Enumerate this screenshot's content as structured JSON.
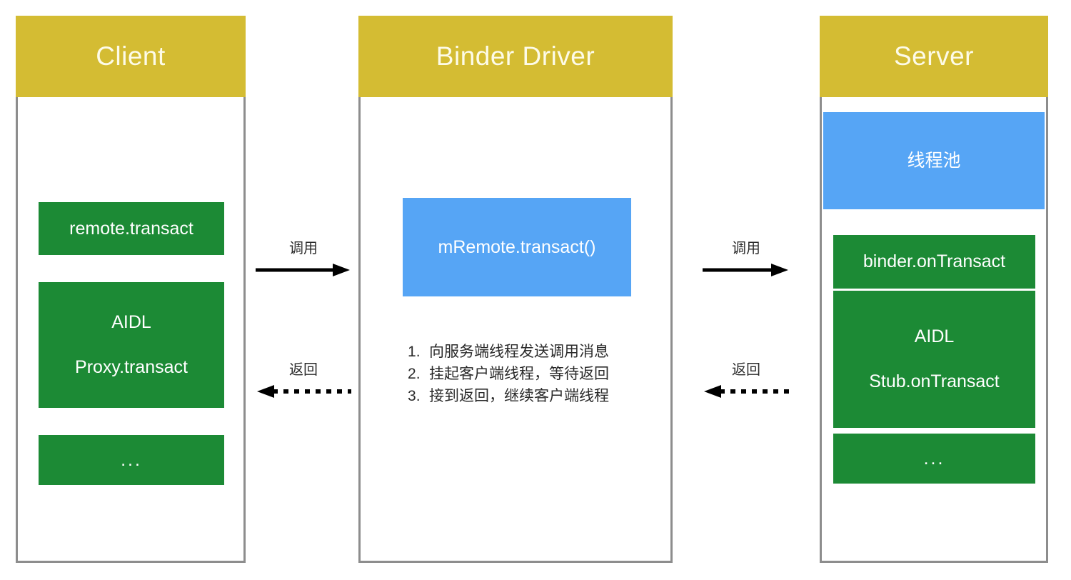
{
  "diagram": {
    "title_client": "Client",
    "title_binder": "Binder Driver",
    "title_server": "Server",
    "colors": {
      "header_gold": "#D4BC33",
      "block_green": "#1C8A35",
      "block_blue": "#56A5F5",
      "border_gray": "#8D8D8D",
      "arrow_black": "#000000",
      "text_dark": "#2B2B2B",
      "block_text": "#FFFFFF"
    }
  },
  "client": {
    "header": "Client",
    "blocks": [
      {
        "label": "remote.transact",
        "label2": "",
        "color": "green"
      },
      {
        "label": "AIDL",
        "label2": "Proxy.transact",
        "color": "green"
      },
      {
        "label": "...",
        "label2": "",
        "color": "green"
      }
    ]
  },
  "binder": {
    "header": "Binder Driver",
    "blocks": [
      {
        "label": "mRemote.transact()",
        "label2": "",
        "color": "blue"
      }
    ],
    "steps": [
      "向服务端线程发送调用消息",
      "挂起客户端线程，等待返回",
      "接到返回，继续客户端线程"
    ]
  },
  "server": {
    "header": "Server",
    "blocks": [
      {
        "label": "线程池",
        "label2": "",
        "color": "blue"
      },
      {
        "label": "binder.onTransact",
        "label2": "",
        "color": "green"
      },
      {
        "label": "AIDL",
        "label2": "Stub.onTransact",
        "color": "green"
      },
      {
        "label": "...",
        "label2": "",
        "color": "green"
      }
    ]
  },
  "arrows": {
    "left": {
      "call_label": "调用",
      "return_label": "返回"
    },
    "right": {
      "call_label": "调用",
      "return_label": "返回"
    }
  }
}
